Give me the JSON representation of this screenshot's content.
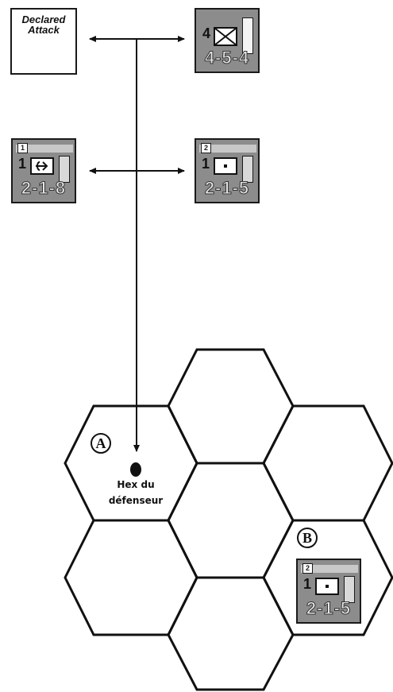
{
  "declared_attack": {
    "line1": "Declared",
    "line2": "Attack"
  },
  "counters": {
    "top_right": {
      "size": "4",
      "factors": "4-5-4"
    },
    "mid_left": {
      "tag": "1",
      "size": "1",
      "factors": "2-1-8"
    },
    "mid_right": {
      "tag": "2",
      "size": "1",
      "factors": "2-1-5"
    },
    "hex_b": {
      "tag": "2",
      "size": "1",
      "factors": "2-1-5"
    }
  },
  "labels": {
    "a": "A",
    "b": "B",
    "defender_line1": "Hex du",
    "defender_line2": "défenseur"
  }
}
